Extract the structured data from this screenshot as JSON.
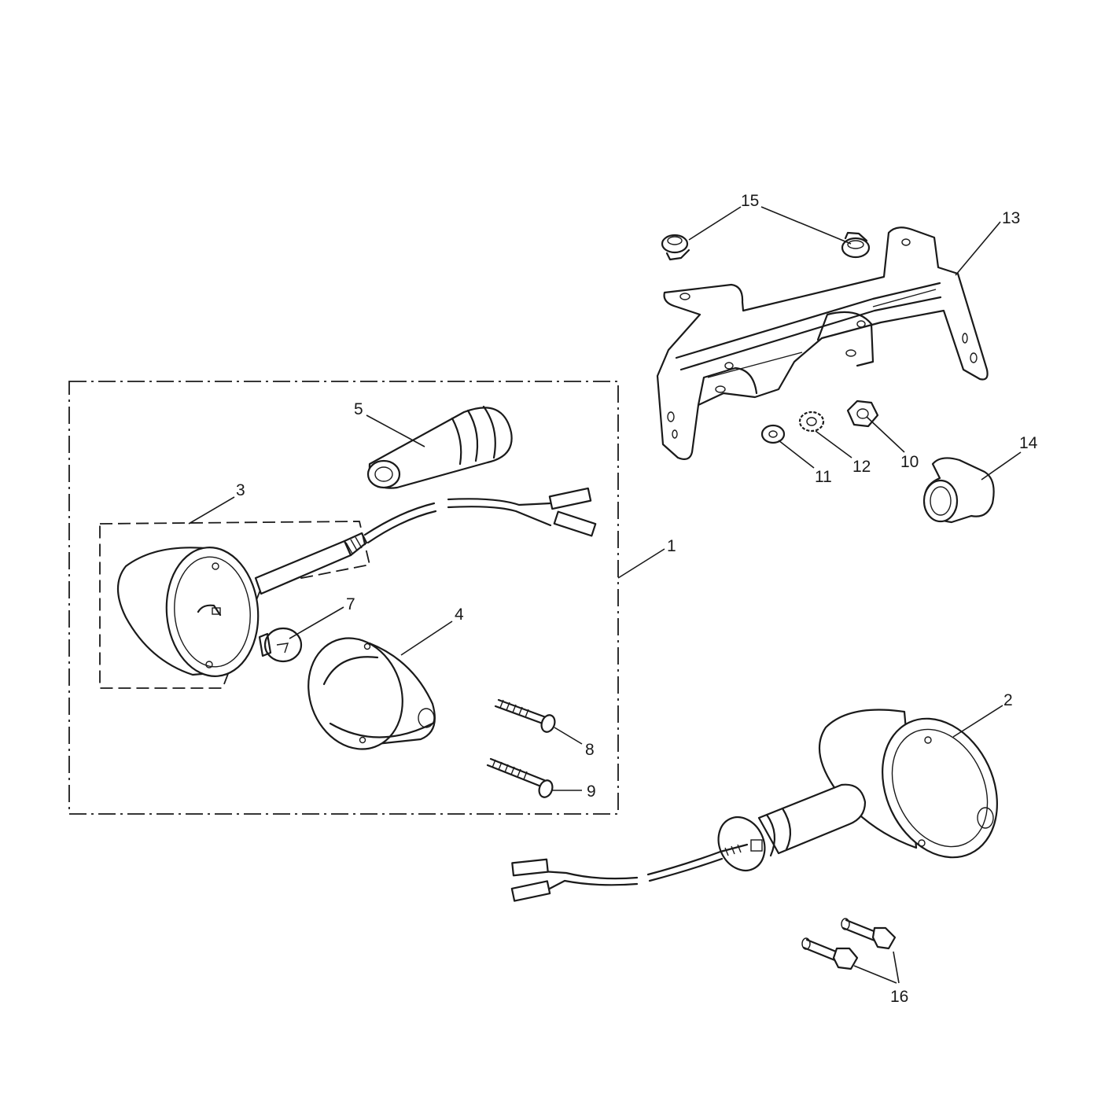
{
  "callouts": [
    {
      "id": "c1",
      "text": "1"
    },
    {
      "id": "c2",
      "text": "2"
    },
    {
      "id": "c3",
      "text": "3"
    },
    {
      "id": "c4",
      "text": "4"
    },
    {
      "id": "c5",
      "text": "5"
    },
    {
      "id": "c7",
      "text": "7"
    },
    {
      "id": "c8",
      "text": "8"
    },
    {
      "id": "c9",
      "text": "9"
    },
    {
      "id": "c10",
      "text": "10"
    },
    {
      "id": "c11",
      "text": "11"
    },
    {
      "id": "c12",
      "text": "12"
    },
    {
      "id": "c13",
      "text": "13"
    },
    {
      "id": "c14",
      "text": "14"
    },
    {
      "id": "c15",
      "text": "15"
    },
    {
      "id": "c16",
      "text": "16"
    }
  ]
}
